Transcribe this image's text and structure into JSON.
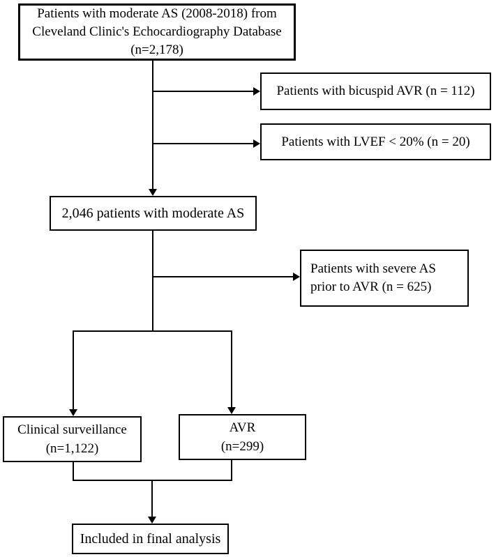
{
  "flowchart": {
    "description": "Patient flow diagram for moderate AS study",
    "colors": {
      "background": "#ffffff",
      "box_border": "#000000",
      "line": "#000000",
      "text": "#000000"
    },
    "boxes": {
      "source": {
        "line1": "Patients with moderate AS (2008-2018) from",
        "line2": "Cleveland Clinic's Echocardiography Database",
        "line3": "(n=2,178)"
      },
      "excl_bicuspid": {
        "text": "Patients with bicuspid AVR (n = 112)"
      },
      "excl_lvef": {
        "text": "Patients with LVEF < 20% (n = 20)"
      },
      "moderate": {
        "text": "2,046 patients with moderate AS"
      },
      "excl_severe": {
        "line1": "Patients with severe AS",
        "line2": "prior to AVR (n = 625)"
      },
      "surveillance": {
        "line1": "Clinical surveillance",
        "line2": "(n=1,122)"
      },
      "avr": {
        "line1": "AVR",
        "line2": "(n=299)"
      },
      "final": {
        "text": "Included in final analysis"
      }
    }
  }
}
